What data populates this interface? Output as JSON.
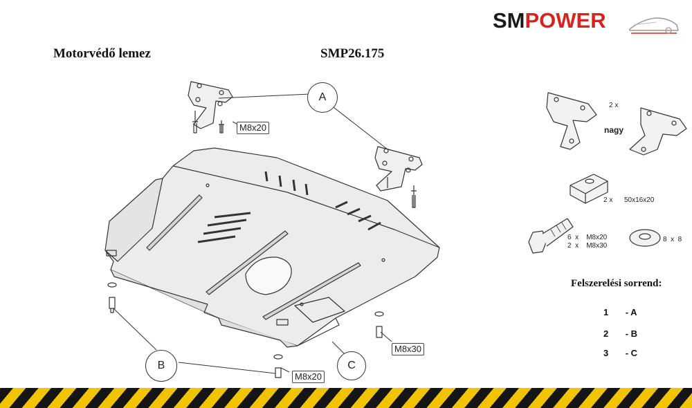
{
  "header": {
    "product_name": "Motorvédő lemez",
    "product_code": "SMP26.175",
    "logo": {
      "part1": "SM",
      "part2": "POWER",
      "color_dark": "#1a1a1a",
      "color_accent": "#d8241f"
    }
  },
  "diagram": {
    "callouts": {
      "a": "A",
      "b": "B",
      "c": "C",
      "bolt_top": "M8x20",
      "bolt_right": "M8x30",
      "bolt_bottom": "M8x20"
    }
  },
  "parts": {
    "bracket_qty": "2 x",
    "bracket_label": "nagy",
    "spacer_qty": "2  x",
    "spacer_size": "50x16x20",
    "bolt_line1": "6  x    M8x20",
    "bolt_line2": "2  x    M8x30",
    "washer_qty": "8  x  8"
  },
  "assembly_order": {
    "title": "Felszerelési sorrend:",
    "steps": [
      {
        "num": "1",
        "label": "- A"
      },
      {
        "num": "2",
        "label": "- B"
      },
      {
        "num": "3",
        "label": "- C"
      }
    ]
  }
}
